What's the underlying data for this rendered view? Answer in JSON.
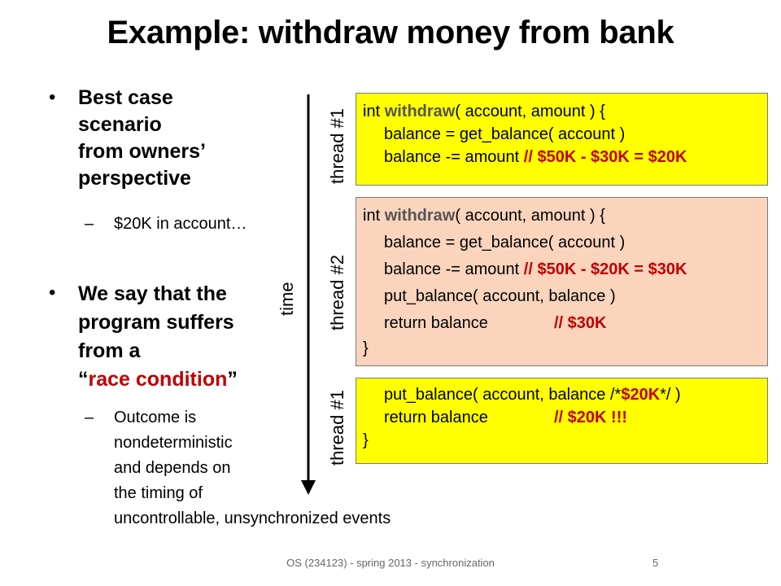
{
  "title": "Example: withdraw money from bank",
  "bullets": {
    "b1": {
      "lines": [
        "Best case",
        "scenario",
        "from owners’",
        "perspective"
      ]
    },
    "b1_sub": "$20K in account…",
    "b2": {
      "lines": [
        "We say that the",
        "program suffers",
        "from a"
      ],
      "pre": "“",
      "highlight": "race condition",
      "post": "”"
    },
    "b2_sub": {
      "lines": [
        "Outcome is",
        "nondeterministic",
        "and depends on",
        "the timing of",
        "uncontrollable, unsynchronized events"
      ]
    }
  },
  "labels": {
    "time": "time",
    "thread1": "thread #1",
    "thread2": "thread #2",
    "thread1b": "thread #1"
  },
  "box1": {
    "line1": {
      "a": "int ",
      "fn": "withdraw",
      "b": "( account, amount ) {"
    },
    "line2": "balance = get_balance( account )",
    "line3": {
      "code": "balance -= amount ",
      "comment": "// $50K - $30K = $20K"
    }
  },
  "box2": {
    "line1": {
      "a": "int ",
      "fn": "withdraw",
      "b": "( account, amount ) {"
    },
    "line2": "balance = get_balance( account )",
    "line3": {
      "code": "balance -= amount ",
      "comment": "// $50K - $20K = $30K"
    },
    "line4": "put_balance( account, balance )",
    "line5": {
      "code": "return balance",
      "comment": "// $30K"
    },
    "line6": "}"
  },
  "box3": {
    "line1": {
      "a": "put_balance( account, balance /*",
      "hl": "$20K",
      "b": "*/ )"
    },
    "line2": {
      "code": "return balance",
      "comment": "// $20K !!!"
    },
    "line3": "}"
  },
  "footer": "OS (234123) - spring 2013 - synchronization",
  "page_number": "5",
  "colors": {
    "yellow": "#ffff00",
    "peach": "#fad4bd",
    "red": "#c00000"
  }
}
